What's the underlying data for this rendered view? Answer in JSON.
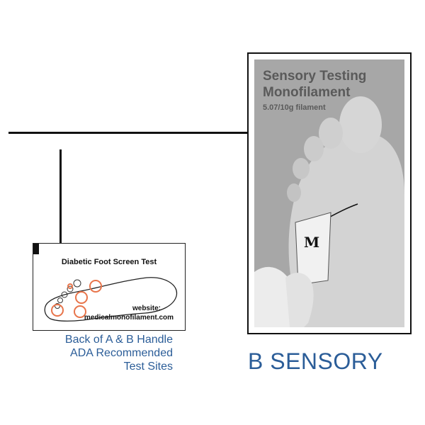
{
  "handle_card": {
    "title": "Diabetic Foot Screen Test",
    "website_label": "website:",
    "website_url": "medicalmonofilament.com"
  },
  "caption_a": {
    "line1": "Back of A & B Handle",
    "line2": "ADA Recommended",
    "line3": "Test Sites"
  },
  "package": {
    "title_line1": "Sensory Testing",
    "title_line2": "Monofilament",
    "subtitle": "5.07/10g filament",
    "handle_letter": "M"
  },
  "caption_b": "B SENSORY",
  "colors": {
    "caption_blue": "#2b5d98",
    "test_site_orange": "#e8744a",
    "photo_gray": "#a9a9a9"
  }
}
